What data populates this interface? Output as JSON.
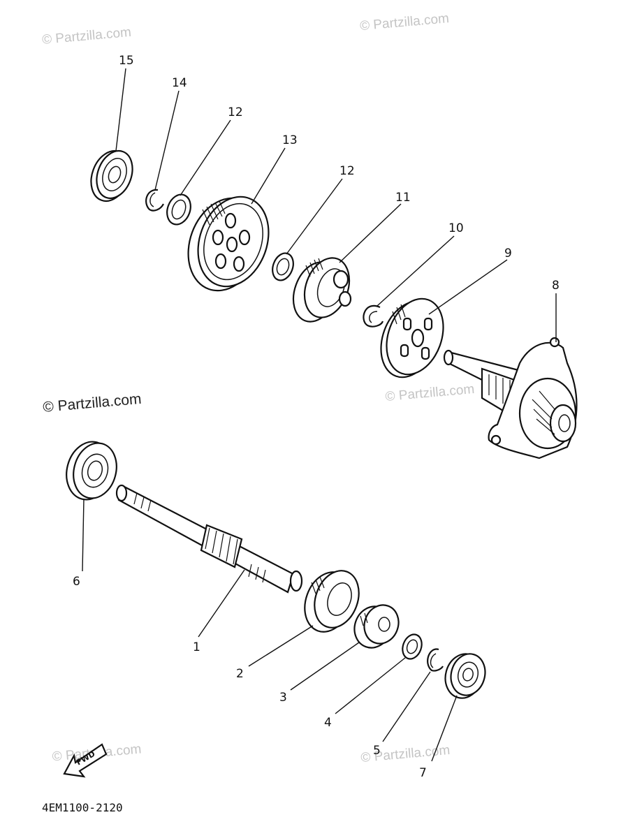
{
  "watermarks": [
    {
      "text": "© Partzilla.com"
    },
    {
      "text": "© Partzilla.com"
    },
    {
      "text": "© Partzilla.com"
    },
    {
      "text": "© Partzilla.com"
    },
    {
      "text": "© Partzilla.com"
    },
    {
      "text": "© Partzilla.com"
    }
  ],
  "callouts": [
    {
      "text": "15"
    },
    {
      "text": "14"
    },
    {
      "text": "12"
    },
    {
      "text": "13"
    },
    {
      "text": "12"
    },
    {
      "text": "11"
    },
    {
      "text": "10"
    },
    {
      "text": "9"
    },
    {
      "text": "8"
    },
    {
      "text": "6"
    },
    {
      "text": "1"
    },
    {
      "text": "2"
    },
    {
      "text": "3"
    },
    {
      "text": "4"
    },
    {
      "text": "5"
    },
    {
      "text": "7"
    }
  ],
  "fwd_label": "FWD",
  "drawing_code": "4EM1100-2120"
}
